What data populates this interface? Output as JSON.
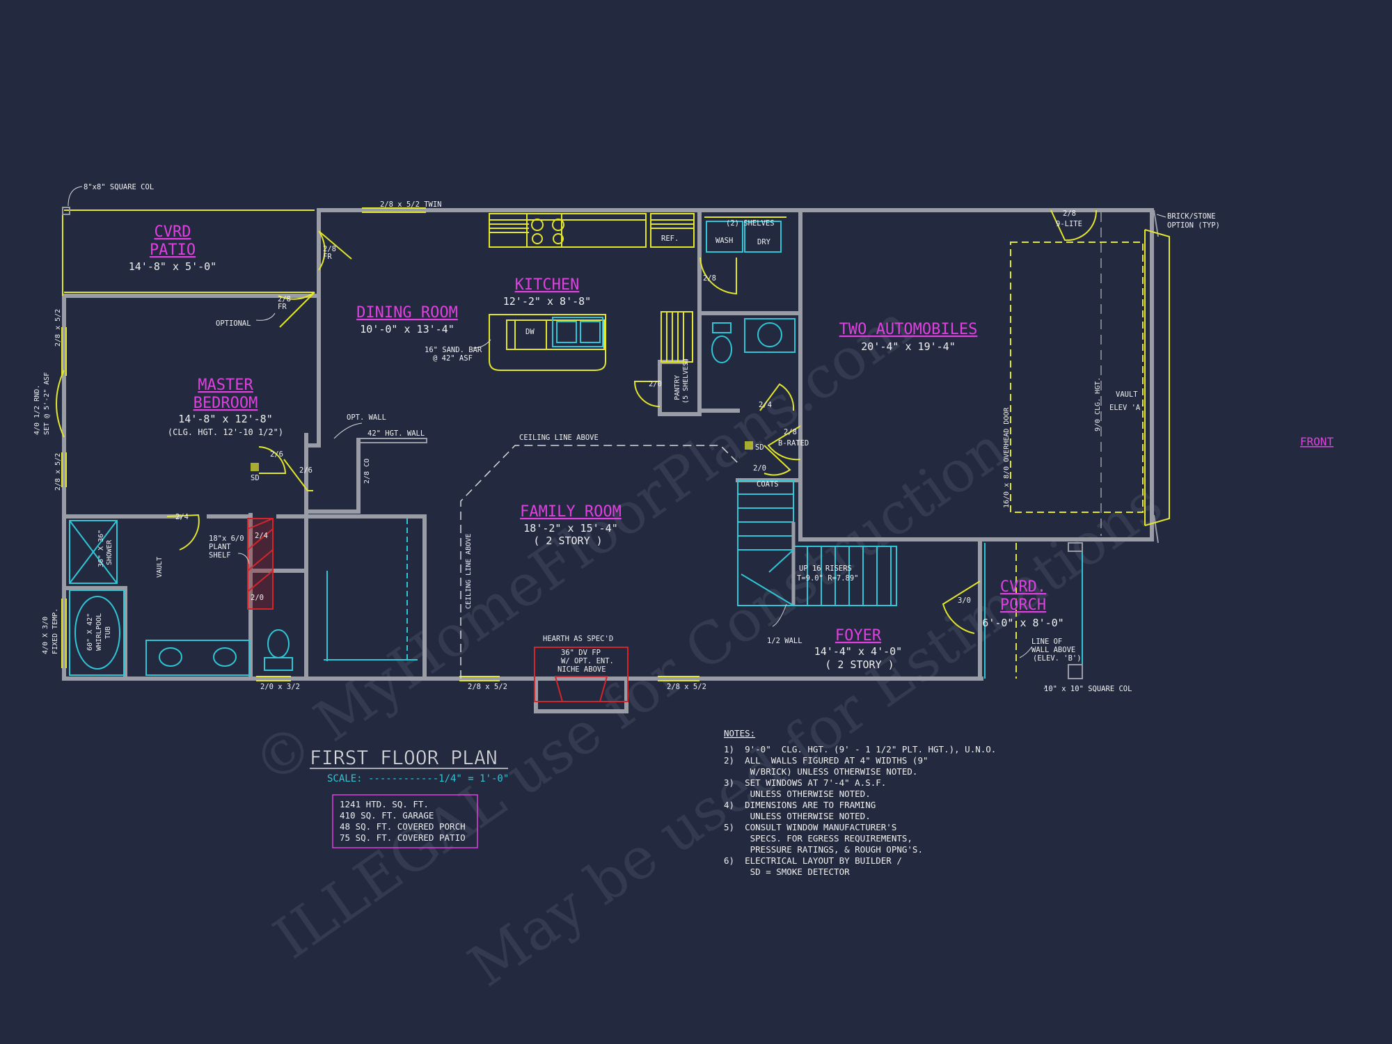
{
  "colors": {
    "background": "#232a3f",
    "wall": "#9a9da6",
    "room_label": "#e040e0",
    "dimension": "#ffffff",
    "fixture_yellow": "#e3e62a",
    "fixture_cyan": "#2fc6d6",
    "door_red": "#d2262b",
    "watermark": "#3a4158"
  },
  "watermark": {
    "line1": "© MyHomeFloorPlans.com",
    "line2": "ILLEGAL use for Construction",
    "line3": "May be used for Estimations"
  },
  "rooms": {
    "cvrd_patio": {
      "title1": "CVRD",
      "title2": "PATIO",
      "dims": "14'-8\" x 5'-0\""
    },
    "dining_room": {
      "title": "DINING ROOM",
      "dims": "10'-0\" x 13'-4\""
    },
    "kitchen": {
      "title": "KITCHEN",
      "dims": "12'-2\" x 8'-8\""
    },
    "master_bedroom": {
      "title1": "MASTER",
      "title2": "BEDROOM",
      "dims": "14'-8\" x 12'-8\"",
      "note": "(CLG. HGT. 12'-10 1/2\")"
    },
    "two_automobiles": {
      "title": "TWO AUTOMOBILES",
      "dims": "20'-4\" x 19'-4\""
    },
    "family_room": {
      "title": "FAMILY ROOM",
      "dims": "18'-2\" x 15'-4\"",
      "note": "( 2 STORY )"
    },
    "foyer": {
      "title": "FOYER",
      "dims": "14'-4\" x 4'-0\"",
      "note": "( 2 STORY )"
    },
    "cvrd_porch": {
      "title1": "CVRD.",
      "title2": "PORCH",
      "dims": "6'-0\" x 8'-0\""
    }
  },
  "annotations": {
    "square_col_top": "8\"x8\" SQUARE COL",
    "window_top": "2/8 x 5/2 TWIN",
    "brick_option_1": "BRICK/STONE",
    "brick_option_2": "OPTION (TYP)",
    "door_patio": "2/8",
    "door_patio_fr": "FR",
    "door_optional": "2/8",
    "door_optional_fr": "FR",
    "optional": "OPTIONAL",
    "shelves": "(2) SHELVES",
    "wash": "WASH",
    "dry": "DRY",
    "ref": "REF.",
    "dw": "DW",
    "door_laundry": "2/8",
    "sand_bar_1": "16\" SAND. BAR",
    "sand_bar_2": "@ 42\" ASF",
    "pantry_1": "PANTRY",
    "pantry_2": "(5 SHELVES)",
    "door_pantry": "2/0",
    "door_bath": "2/4",
    "window_left_1": "2/8 x 5/2",
    "window_left_2": "2/8 x 5/2",
    "window_left_rnd_1": "4/0 1/2 RND.",
    "window_left_rnd_2": "SET @ 5'-2\" ASF",
    "opt_wall": "OPT. WALL",
    "hgt_wall": "42\" HGT. WALL",
    "ceiling_line_above": "CEILING LINE ABOVE",
    "ceiling_line_above_v": "CEILING LINE ABOVE",
    "door_26a": "2/6",
    "door_26b": "2/6",
    "door_28co": "2/8 CO",
    "sd": "SD",
    "sd2": "SD",
    "door_garage_1": "2/8",
    "door_garage_2": "B-RATED",
    "door_20": "2/0",
    "coats": "COATS",
    "garage_door_top_1": "2/8",
    "garage_door_top_2": "9-LITE",
    "overhead_door": "16/0 x 8/0 OVERHEAD DOOR",
    "clg_hgt": "9/0 CLG. HGT.",
    "vault": "VAULT",
    "elev_a": "ELEV 'A'",
    "front": "FRONT",
    "door_24": "2/4",
    "plant_shelf_1": "18\"x 6/0",
    "plant_shelf_2": "PLANT",
    "plant_shelf_3": "SHELF",
    "vault_bath": "VAULT",
    "shower_1": "36\" X 36\"",
    "shower_2": "SHOWER",
    "tub_1": "60\" X 42\"",
    "tub_2": "WHIRLPOOL",
    "tub_3": "TUB",
    "door_red_1": "2/4",
    "door_red_2": "2/0",
    "fixed_temp_1": "4/0 X 3/0",
    "fixed_temp_2": "FIXED TEMP.",
    "window_bottom_1": "2/0 x 3/2",
    "window_bottom_2": "2/8 x 5/2",
    "window_bottom_3": "2/8 x 5/2",
    "hearth": "HEARTH AS SPEC'D",
    "fp_1": "36\" DV FP",
    "fp_2": "W/ OPT. ENT.",
    "fp_3": "NICHE ABOVE",
    "stairs_1": "UP 16 RISERS",
    "stairs_2": "T=9.0\" R=7.89\"",
    "half_wall": "1/2 WALL",
    "door_30": "3/0",
    "line_of_wall_1": "LINE OF",
    "line_of_wall_2": "WALL ABOVE",
    "line_of_wall_3": "(ELEV. 'B')",
    "square_col_bottom": "10\" x 10\" SQUARE COL"
  },
  "title_block": {
    "title": "FIRST FLOOR PLAN",
    "scale": "SCALE: ------------1/4\" = 1'-0\"",
    "areas": [
      "1241 HTD. SQ. FT.",
      "410 SQ. FT. GARAGE",
      "48 SQ. FT. COVERED PORCH",
      "75 SQ. FT. COVERED PATIO"
    ]
  },
  "notes": {
    "heading": "NOTES:",
    "lines": [
      "1)  9'-0\"  CLG. HGT. (9' - 1 1/2\" PLT. HGT.), U.N.O.",
      "2)  ALL  WALLS FIGURED AT 4\" WIDTHS (9\"",
      "     W/BRICK) UNLESS OTHERWISE NOTED.",
      "3)  SET WINDOWS AT 7'-4\" A.S.F.",
      "     UNLESS OTHERWISE NOTED.",
      "4)  DIMENSIONS ARE TO FRAMING",
      "     UNLESS OTHERWISE NOTED.",
      "5)  CONSULT WINDOW MANUFACTURER'S",
      "     SPECS. FOR EGRESS REQUIREMENTS,",
      "     PRESSURE RATINGS, & ROUGH OPNG'S.",
      "6)  ELECTRICAL LAYOUT BY BUILDER /",
      "     SD = SMOKE DETECTOR"
    ]
  }
}
